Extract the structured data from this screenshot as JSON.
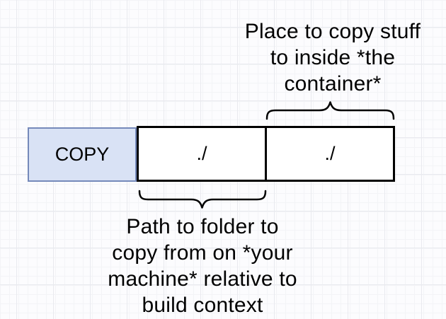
{
  "diagram": {
    "top_annotation": {
      "text": "Place to copy stuff\nto inside *the\ncontainer*"
    },
    "bottom_annotation": {
      "text": "Path to folder to\ncopy from on *your\nmachine* relative to\nbuild context"
    },
    "command": {
      "keyword": "COPY",
      "source_arg": "./",
      "dest_arg": "./"
    },
    "colors": {
      "background": "#fcfcfe",
      "grid_minor": "#f3f4f7",
      "grid_major": "#e9eaef",
      "keyword_fill": "#d9e2f5",
      "keyword_border": "#7589ba",
      "arg_fill": "#ffffff",
      "arg_border": "#000000",
      "text": "#000000"
    }
  }
}
